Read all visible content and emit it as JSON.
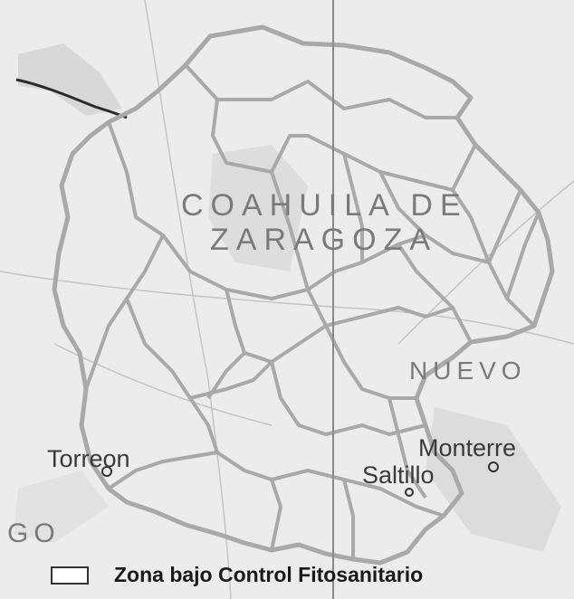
{
  "map": {
    "labels": {
      "state_main_line1": "COAHUILA DE",
      "state_main_line2": "ZARAGOZA",
      "state_neighbor": "NUEVO",
      "state_partial_left": "GO",
      "city_1": "Torreon",
      "city_2": "Saltillo",
      "city_3": "Monterre"
    },
    "legend": {
      "label": "Zona bajo Control Fitosanitario"
    },
    "colors": {
      "background": "#ececec",
      "boundary": "#a9a9a9",
      "river": "#2b2b2b",
      "water": "#cfcfcf",
      "legend_swatch": "#ffffff"
    }
  }
}
